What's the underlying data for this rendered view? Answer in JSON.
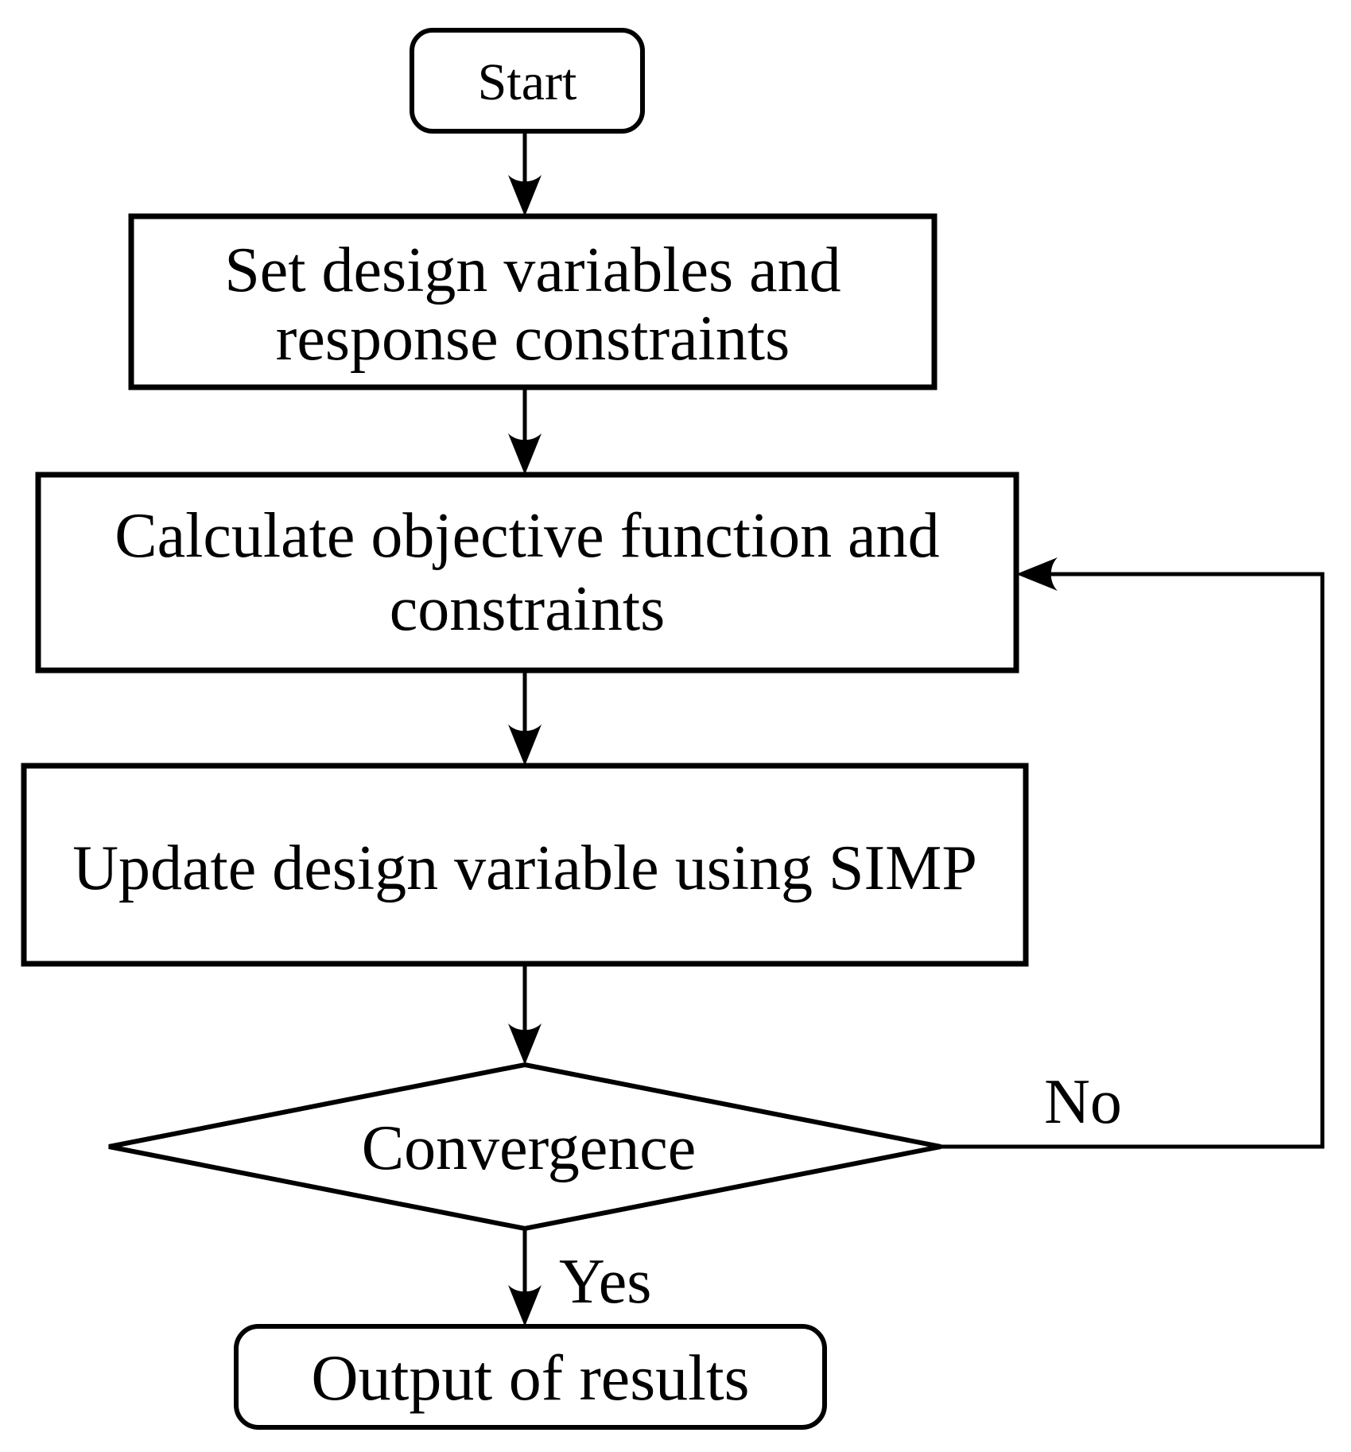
{
  "diagram": {
    "type": "flowchart",
    "background_color": "#ffffff",
    "stroke_color": "#000000",
    "text_color": "#000000",
    "node_fill_color": "#ffffff"
  },
  "nodes": {
    "start": {
      "shape": "rounded-rectangle",
      "label": "Start"
    },
    "set_design": {
      "shape": "rectangle",
      "line1": "Set design variables and",
      "line2": "response constraints"
    },
    "calculate": {
      "shape": "rectangle",
      "line1": "Calculate objective function and",
      "line2": "constraints"
    },
    "update": {
      "shape": "rectangle",
      "label": "Update design variable using SIMP"
    },
    "convergence": {
      "shape": "diamond",
      "label": "Convergence"
    },
    "output": {
      "shape": "rounded-rectangle",
      "label": "Output of results"
    }
  },
  "edges": {
    "yes_label": "Yes",
    "no_label": "No"
  }
}
